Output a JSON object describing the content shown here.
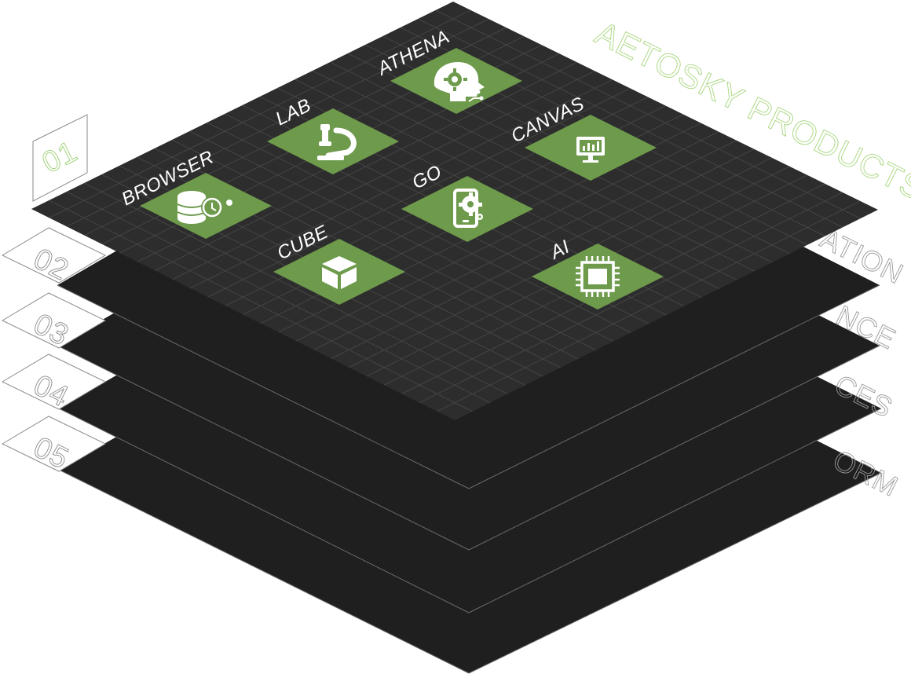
{
  "layers": [
    {
      "number": "01",
      "title": "AETOSKY PRODUCTS"
    },
    {
      "number": "02",
      "title": "ATION"
    },
    {
      "number": "03",
      "title": "NCE"
    },
    {
      "number": "04",
      "title": "CES"
    },
    {
      "number": "05",
      "title": "ORM"
    }
  ],
  "products": [
    {
      "label": "ATHENA",
      "icon": "gear-head-icon"
    },
    {
      "label": "LAB",
      "icon": "microscope-icon"
    },
    {
      "label": "CANVAS",
      "icon": "monitor-chart-icon"
    },
    {
      "label": "BROWSER",
      "icon": "database-clock-icon"
    },
    {
      "label": "GO",
      "icon": "mobile-gear-icon"
    },
    {
      "label": "CUBE",
      "icon": "cube-icon"
    },
    {
      "label": "AI",
      "icon": "chip-icon"
    }
  ],
  "colors": {
    "tile": "#6e9a4c",
    "accent": "#a8d67e",
    "top_layer": "#2d2d2d",
    "lower_layer": "#1f1f1f",
    "grid": "#4a4a4a"
  }
}
